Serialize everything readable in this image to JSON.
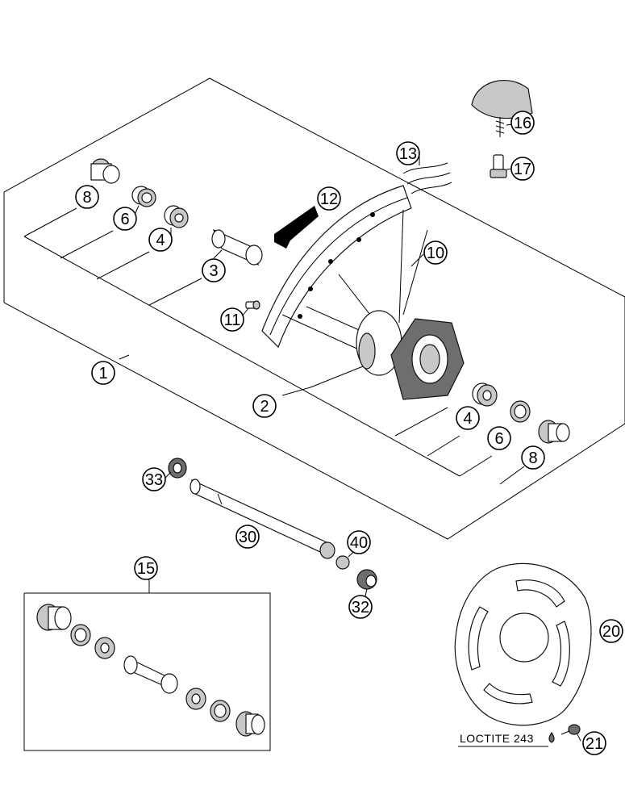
{
  "callouts": {
    "c1": "1",
    "c2": "2",
    "c3": "3",
    "c4a": "4",
    "c4b": "4",
    "c6a": "6",
    "c6b": "6",
    "c8a": "8",
    "c8b": "8",
    "c10": "10",
    "c11": "11",
    "c12": "12",
    "c13": "13",
    "c15": "15",
    "c16": "16",
    "c17": "17",
    "c20": "20",
    "c21": "21",
    "c30": "30",
    "c32": "32",
    "c33": "33",
    "c40": "40"
  },
  "notes": {
    "loctite": "LOCTITE 243"
  },
  "colors": {
    "line": "#000000",
    "part_fill": "#ffffff",
    "shade": "#c8c8c8"
  }
}
